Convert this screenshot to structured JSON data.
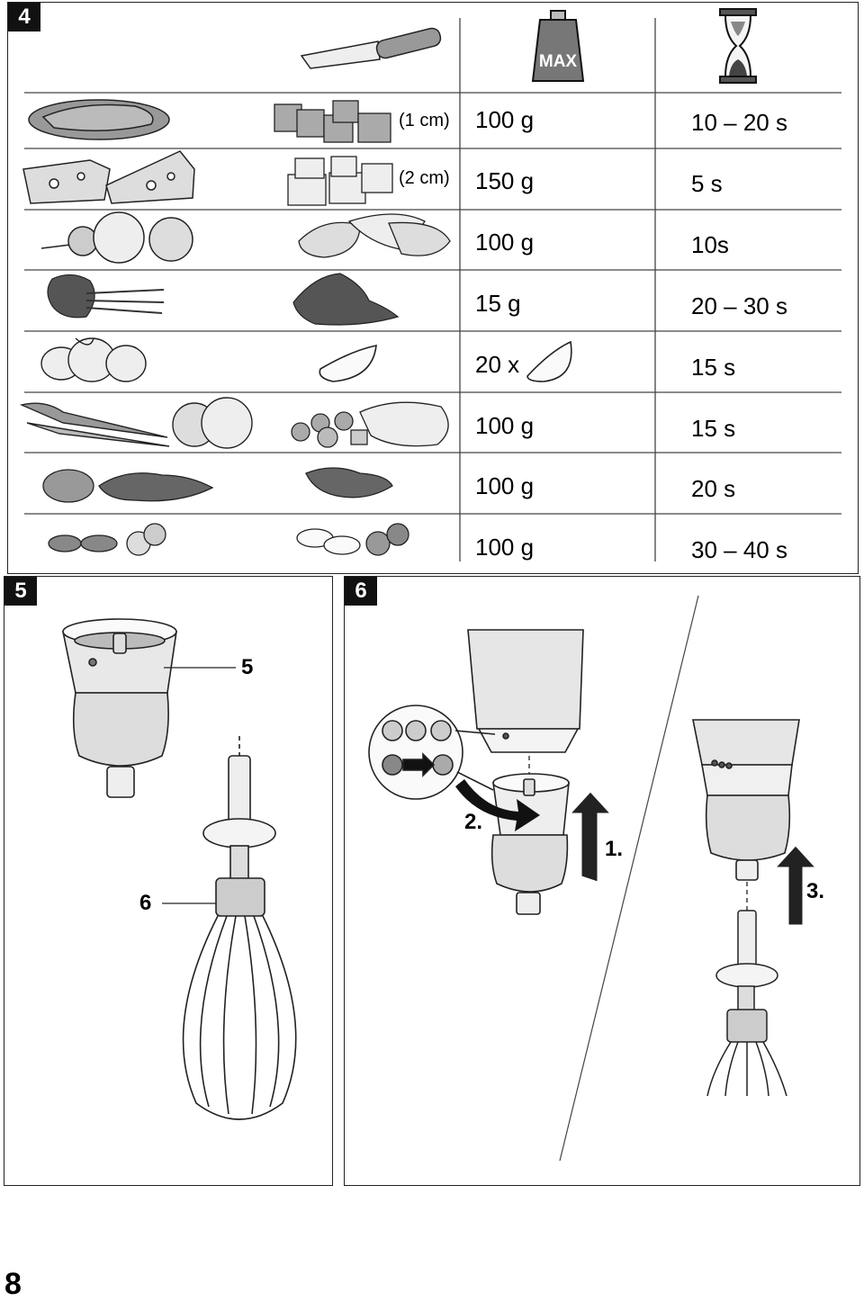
{
  "section4": {
    "label": "4",
    "max_label": "MAX",
    "rows": [
      {
        "size": "(1 cm)",
        "amount": "100 g",
        "time": "10 – 20 s"
      },
      {
        "size": "(2 cm)",
        "amount": "150 g",
        "time": "5 s"
      },
      {
        "size": "",
        "amount": "100 g",
        "time": "10s"
      },
      {
        "size": "",
        "amount": "15 g",
        "time": "20 – 30 s"
      },
      {
        "size": "",
        "amount": "20 x",
        "time": "15 s"
      },
      {
        "size": "",
        "amount": "100 g",
        "time": "15 s"
      },
      {
        "size": "",
        "amount": "100 g",
        "time": "20 s"
      },
      {
        "size": "",
        "amount": "100 g",
        "time": "30 – 40 s"
      }
    ]
  },
  "section5": {
    "label": "5",
    "callout_gear": "5",
    "callout_whisk": "6"
  },
  "section6": {
    "label": "6",
    "step1": "1.",
    "step2": "2.",
    "step3": "3."
  },
  "page_number": "8"
}
